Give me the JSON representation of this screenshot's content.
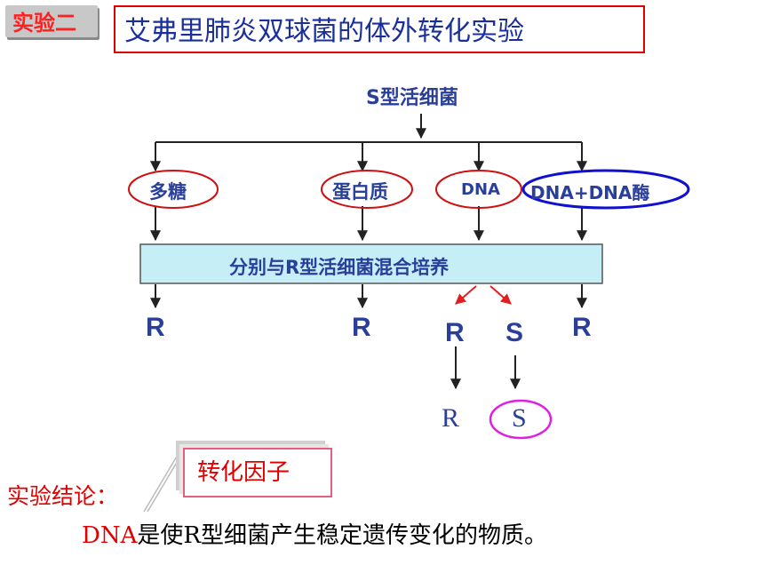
{
  "header": {
    "tag": "实验二",
    "title": "艾弗里肺炎双球菌的体外转化实验"
  },
  "diagram": {
    "source": "S型活细菌",
    "branches": [
      "多糖",
      "蛋白质",
      "DNA",
      "DNA+DNA酶"
    ],
    "mix_box": "分别与R型活细菌混合培养",
    "results": [
      "R",
      "R",
      "R",
      "S",
      "R"
    ],
    "final": [
      "R",
      "S"
    ]
  },
  "conclusion": {
    "label": "实验结论：",
    "dna": "DNA",
    "text": "是使R型细菌产生稳定遗传变化的物质。",
    "factor": "转化因子"
  },
  "colors": {
    "title": "#1a2f9c",
    "diagram_text": "#2a3f9a",
    "red_ellipse": "#d01010",
    "blue_ellipse": "#1010d0",
    "magenta_ellipse": "#e020e0",
    "box_fill": "#c5eef6"
  }
}
